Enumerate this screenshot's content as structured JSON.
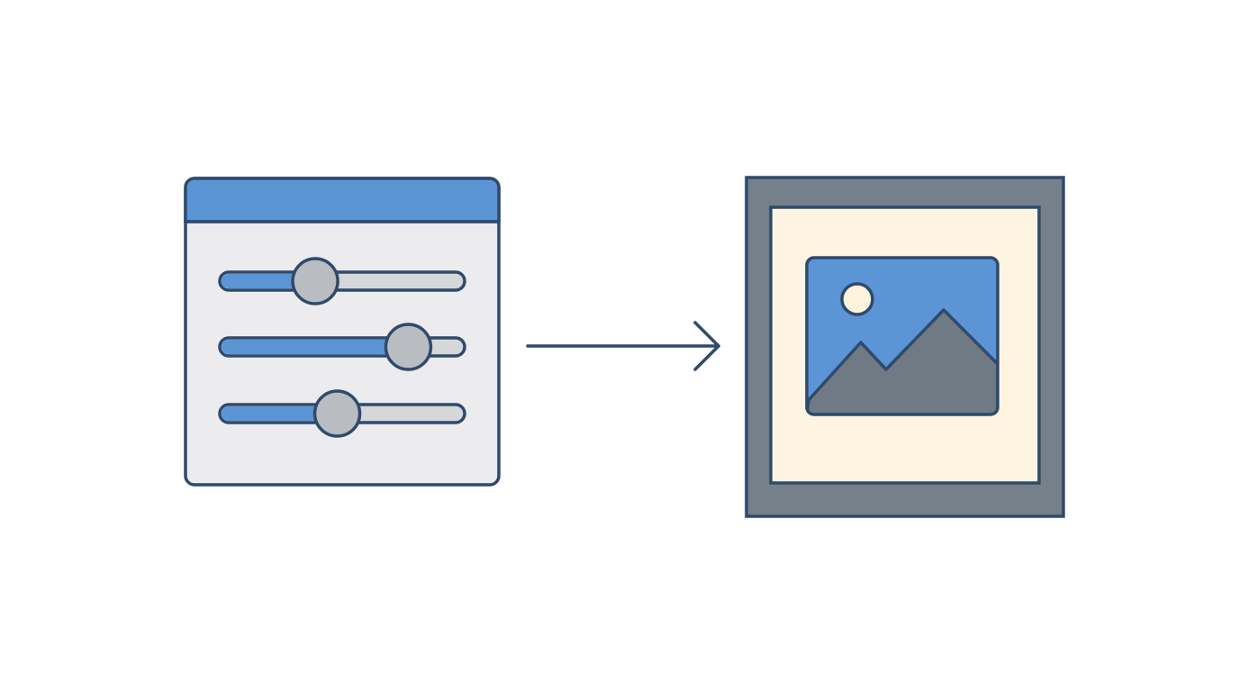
{
  "colors": {
    "outline": "#2f4a6b",
    "accent_blue": "#5b95d6",
    "window_body": "#ececee",
    "slider_track": "#d6d7d9",
    "knob": "#b9bcc0",
    "frame_gray": "#76808a",
    "mat_cream": "#fdf5e2",
    "mountain_gray": "#6f7a84",
    "sun": "#fbf3dc",
    "background": "#ffffff"
  },
  "icons": {
    "settings_window": "sliders-window-icon",
    "arrow": "arrow-right-icon",
    "output": "framed-picture-icon",
    "picture": "image-landscape-icon"
  },
  "sliders": [
    {
      "name": "slider-1",
      "level": 0.39
    },
    {
      "name": "slider-2",
      "level": 0.77
    },
    {
      "name": "slider-3",
      "level": 0.48
    }
  ]
}
